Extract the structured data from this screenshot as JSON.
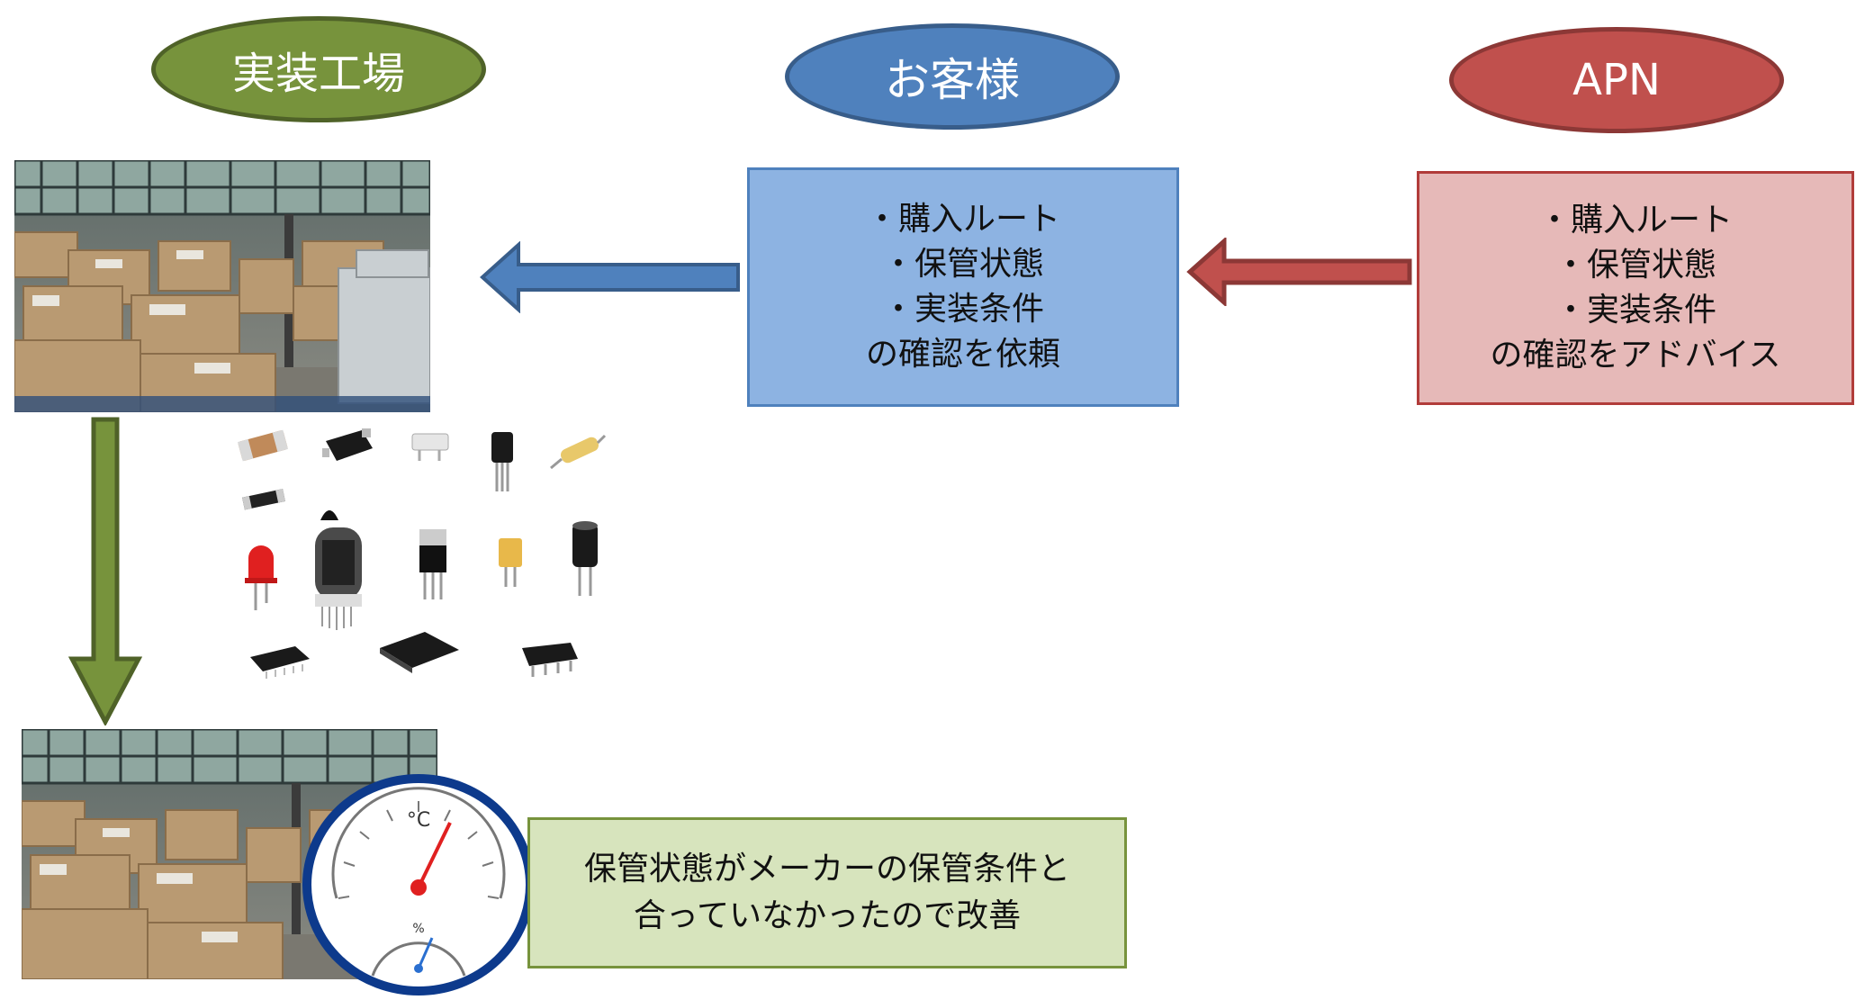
{
  "actors": {
    "factory": {
      "label": "実装工場",
      "fill": "#77933C",
      "border": "#4F6228"
    },
    "customer": {
      "label": "お客様",
      "fill": "#4F81BD",
      "border": "#385D8A"
    },
    "apn": {
      "label": "APN",
      "fill": "#C0504D",
      "border": "#8C3836"
    }
  },
  "customer_box": {
    "lines": [
      "・購入ルート",
      "・保管状態",
      "・実装条件",
      "の確認を依頼"
    ],
    "fill": "#8DB3E2",
    "border": "#4F81BD"
  },
  "apn_box": {
    "lines": [
      "・購入ルート",
      "・保管状態",
      "・実装条件",
      "の確認をアドバイス"
    ],
    "fill": "#E6B9B8",
    "border": "#B13C3A"
  },
  "improvement_box": {
    "lines": [
      "保管状態がメーカーの保管条件と",
      "合っていなかったので改善"
    ],
    "fill": "#D7E4BD",
    "border": "#77933C"
  },
  "gauge": {
    "temp_unit": "°C",
    "humidity_unit": "%"
  }
}
